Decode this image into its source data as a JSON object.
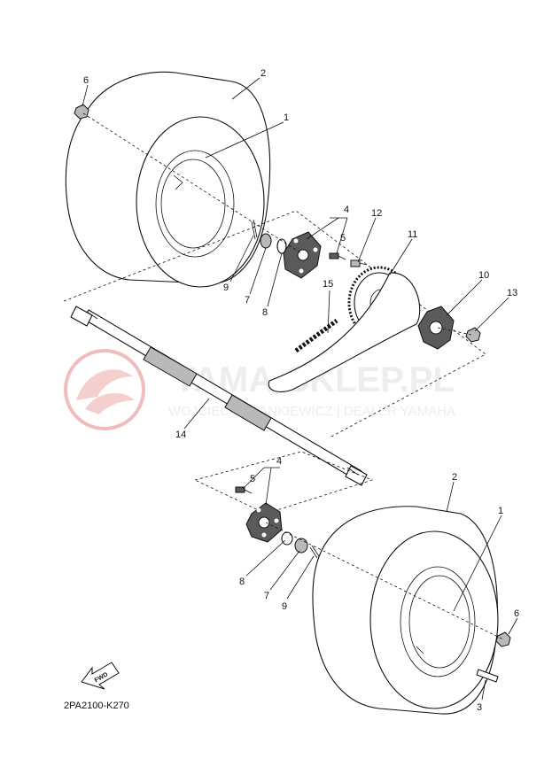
{
  "diagram_code": "2PA2100-K270",
  "fwd_label": "FWD",
  "watermark": {
    "title": "YAMA-SKLEP.PL",
    "subtitle": "WOJCIECH STANKIEWICZ | DEALER YAMAHA"
  },
  "callouts": {
    "tire_upper": "2",
    "wheel_upper": "1",
    "nut_upper": "6",
    "hub_upper": "4",
    "bolt_upper": "5",
    "bolt_sprocket": "12",
    "sprocket": "11",
    "chain": "15",
    "sprocket_hub": "10",
    "nut_sprocket": "13",
    "pin_upper": "9",
    "castle_nut_upper": "7",
    "washer_upper": "8",
    "axle": "14",
    "hub_lower": "4",
    "bolt_lower": "5",
    "tire_lower": "2",
    "wheel_lower": "1",
    "washer_lower": "8",
    "castle_nut_lower": "7",
    "pin_lower": "9",
    "nut_lower": "6",
    "valve_lower": "3"
  },
  "colors": {
    "line": "#111111",
    "watermark": "#f2b5b5",
    "watermark_text": "#ececec"
  }
}
